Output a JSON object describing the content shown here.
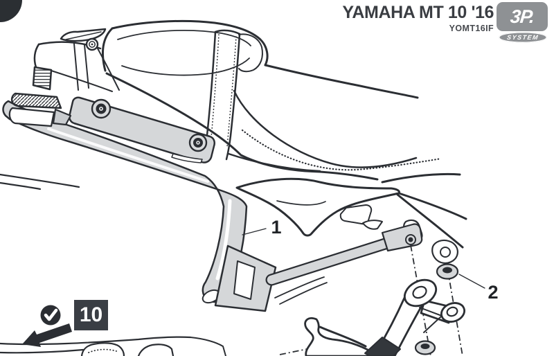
{
  "header": {
    "title": "YAMAHA MT 10 '16",
    "model_code": "YOMT16IF"
  },
  "logo": {
    "brand": "3P.",
    "system_label": "SYSTEM",
    "bg_color": "#8e9194",
    "text_color": "#ffffff"
  },
  "callouts": {
    "part_1": "1",
    "part_2": "2"
  },
  "step_note": {
    "number": "10"
  },
  "icons": {
    "check": "check-circle-icon",
    "arrow": "placement-arrow-icon",
    "badge": "step-badge-partial"
  },
  "colors": {
    "line": "#2b2e33",
    "metal_gray": "#d5d7d9",
    "dark_fill": "#33373c",
    "header_text": "#3a3d42",
    "note_box_bg": "#3a3e44",
    "badge_color": "#2b2f33"
  }
}
